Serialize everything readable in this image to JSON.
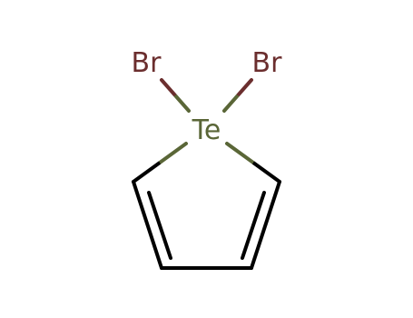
{
  "molecule": {
    "atoms": {
      "te": "Te",
      "br_left": "Br",
      "br_right": "Br"
    },
    "colors": {
      "tellurium": "#5a6637",
      "bromine": "#6b2e2e",
      "carbon_bond": "#000000"
    }
  }
}
